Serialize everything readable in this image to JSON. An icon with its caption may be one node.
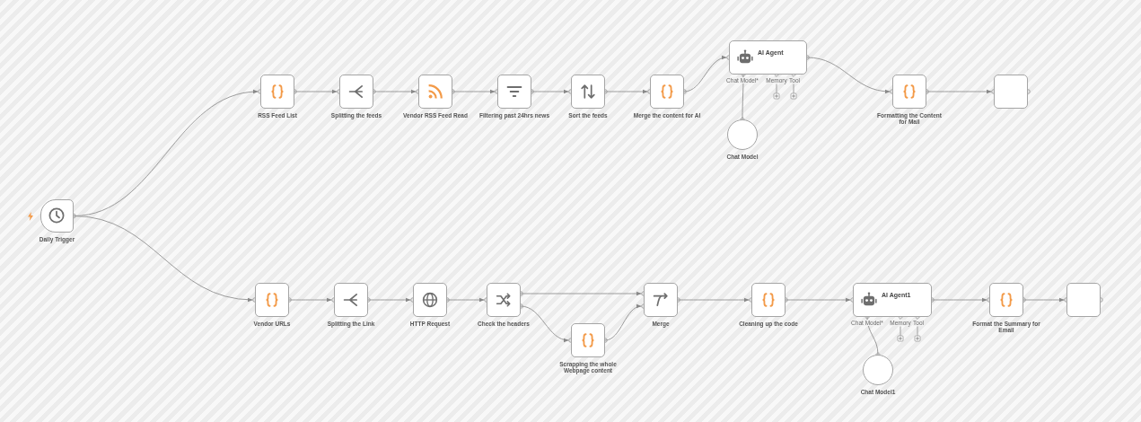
{
  "diagram": {
    "nodes": [
      {
        "text": [
          "Daily Trigger"
        ]
      },
      {
        "text": [
          "RSS Feed List"
        ]
      },
      {
        "text": [
          "Splitting the feeds"
        ]
      },
      {
        "text": [
          "Vendor RSS Feed Read"
        ]
      },
      {
        "text": [
          "Filtering past 24hrs news"
        ]
      },
      {
        "text": [
          "Sort the feeds"
        ]
      },
      {
        "text": [
          "Merge the content for AI"
        ]
      },
      {
        "text": [
          "AI Agent"
        ]
      },
      {
        "text": [
          "Chat Model"
        ]
      },
      {
        "text": [
          "Formatting the Content for Mail"
        ]
      },
      {
        "text": [],
        "shape": "box"
      },
      {
        "text": [
          "Vendor URLs"
        ]
      },
      {
        "text": [
          "Splitting the Link"
        ]
      },
      {
        "text": [
          "HTTP Request"
        ]
      },
      {
        "text": [
          "Check the headers"
        ]
      },
      {
        "text": [
          "Scrapping the whole Webpage content"
        ]
      },
      {
        "text": [
          "Merge"
        ]
      },
      {
        "text": [
          "Cleaning up the code"
        ]
      },
      {
        "text": [
          "AI Agent1"
        ]
      },
      {
        "text": [
          "Chat Model1"
        ]
      },
      {
        "text": [
          "Format the Summary for Email"
        ]
      },
      {
        "text": [],
        "shape": "box"
      }
    ],
    "edges": [
      {
        "from": 0,
        "to": 1,
        "arrow": "to"
      },
      {
        "from": 1,
        "to": 2,
        "arrow": "to"
      },
      {
        "from": 2,
        "to": 3,
        "arrow": "to"
      },
      {
        "from": 3,
        "to": 4,
        "arrow": "to"
      },
      {
        "from": 4,
        "to": 5,
        "arrow": "to"
      },
      {
        "from": 5,
        "to": 6,
        "arrow": "to"
      },
      {
        "from": 6,
        "to": 7,
        "arrow": "to"
      },
      {
        "from": 8,
        "to": 7,
        "arrow": "none"
      },
      {
        "from": 7,
        "to": 9,
        "arrow": "to"
      },
      {
        "from": 9,
        "to": 10,
        "arrow": "to"
      },
      {
        "from": 0,
        "to": 11,
        "arrow": "to"
      },
      {
        "from": 11,
        "to": 12,
        "arrow": "to"
      },
      {
        "from": 12,
        "to": 13,
        "arrow": "to"
      },
      {
        "from": 13,
        "to": 14,
        "arrow": "to"
      },
      {
        "from": 14,
        "to": 16,
        "arrow": "to"
      },
      {
        "from": 14,
        "to": 15,
        "arrow": "to"
      },
      {
        "from": 15,
        "to": 16,
        "arrow": "to"
      },
      {
        "from": 16,
        "to": 17,
        "arrow": "to"
      },
      {
        "from": 17,
        "to": 18,
        "arrow": "to"
      },
      {
        "from": 19,
        "to": 18,
        "arrow": "none"
      },
      {
        "from": 18,
        "to": 20,
        "arrow": "to"
      },
      {
        "from": 20,
        "to": 21,
        "arrow": "to"
      }
    ],
    "labels": [
      "Chat Model*",
      "Memory",
      "Tool",
      "Chat Model*",
      "Memory",
      "Tool"
    ]
  }
}
